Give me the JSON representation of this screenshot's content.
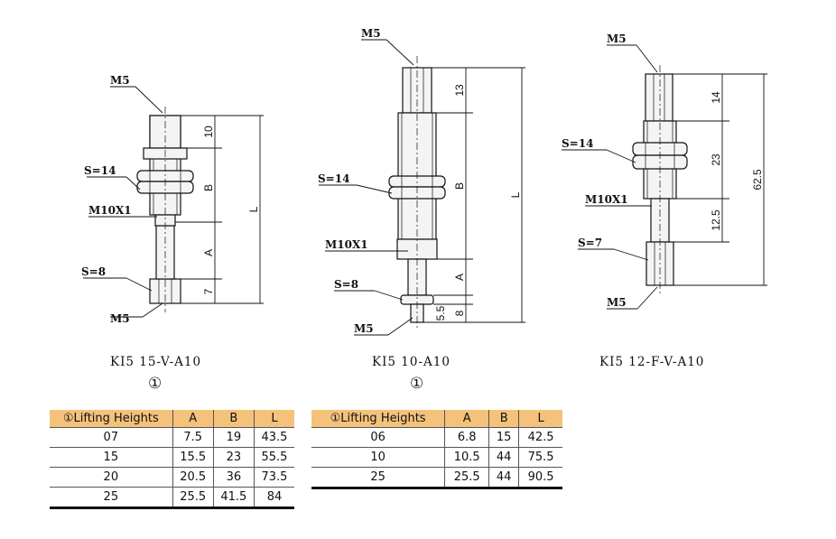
{
  "labels": {
    "m5": "M5",
    "s14": "S=14",
    "s8": "S=8",
    "s7": "S=7",
    "m10x1": "M10X1",
    "dimA": "A",
    "dimB": "B",
    "dimL": "L",
    "d10": "10",
    "d7": "7",
    "d13": "13",
    "d5_5": "5.5",
    "d8": "8",
    "d14": "14",
    "d23": "23",
    "d12_5": "12.5",
    "d62_5": "62.5"
  },
  "captions": {
    "left": "KI5 15-V-A10",
    "middle": "KI5 10-A10",
    "right": "KI5 12-F-V-A10",
    "footnote_mark": "①"
  },
  "table1": {
    "headers": [
      "①Lifting Heights",
      "A",
      "B",
      "L"
    ],
    "rows": [
      [
        "07",
        "7.5",
        "19",
        "43.5"
      ],
      [
        "15",
        "15.5",
        "23",
        "55.5"
      ],
      [
        "20",
        "20.5",
        "36",
        "73.5"
      ],
      [
        "25",
        "25.5",
        "41.5",
        "84"
      ]
    ]
  },
  "table2": {
    "headers": [
      "①Lifting Heights",
      "A",
      "B",
      "L"
    ],
    "rows": [
      [
        "06",
        "6.8",
        "15",
        "42.5"
      ],
      [
        "10",
        "10.5",
        "44",
        "75.5"
      ],
      [
        "25",
        "25.5",
        "44",
        "90.5"
      ]
    ]
  }
}
